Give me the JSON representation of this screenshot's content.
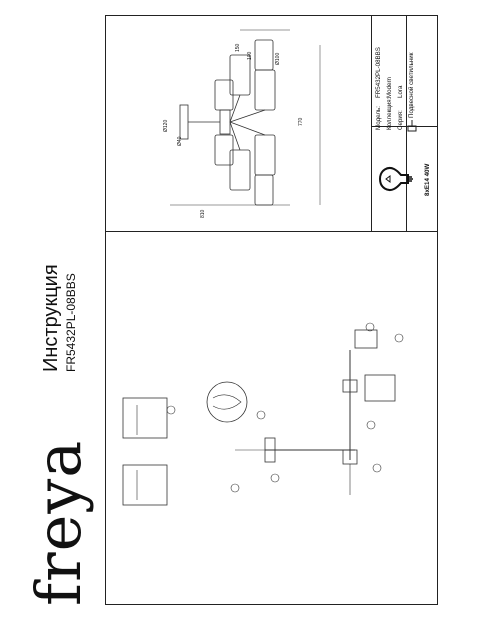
{
  "doc": {
    "brand": "freya",
    "title": "Инструкция",
    "model_code": "FR5432PL-08BBS"
  },
  "spec_table": {
    "model_label": "Модель:",
    "model_value": "FR5432PL-08BBS",
    "collection_label": "Коллекция:",
    "collection_value": "Modern",
    "series_label": "Серия:",
    "series_value": "Lora",
    "type_value": "Подвесной светильник"
  },
  "bulb": {
    "spec": "8xE14 40W"
  },
  "dimensions": {
    "d1": "Ø120",
    "d2": "Ø40",
    "d3": "100",
    "d4": "150",
    "d5": "Ø100",
    "height": "770",
    "width": "810"
  }
}
